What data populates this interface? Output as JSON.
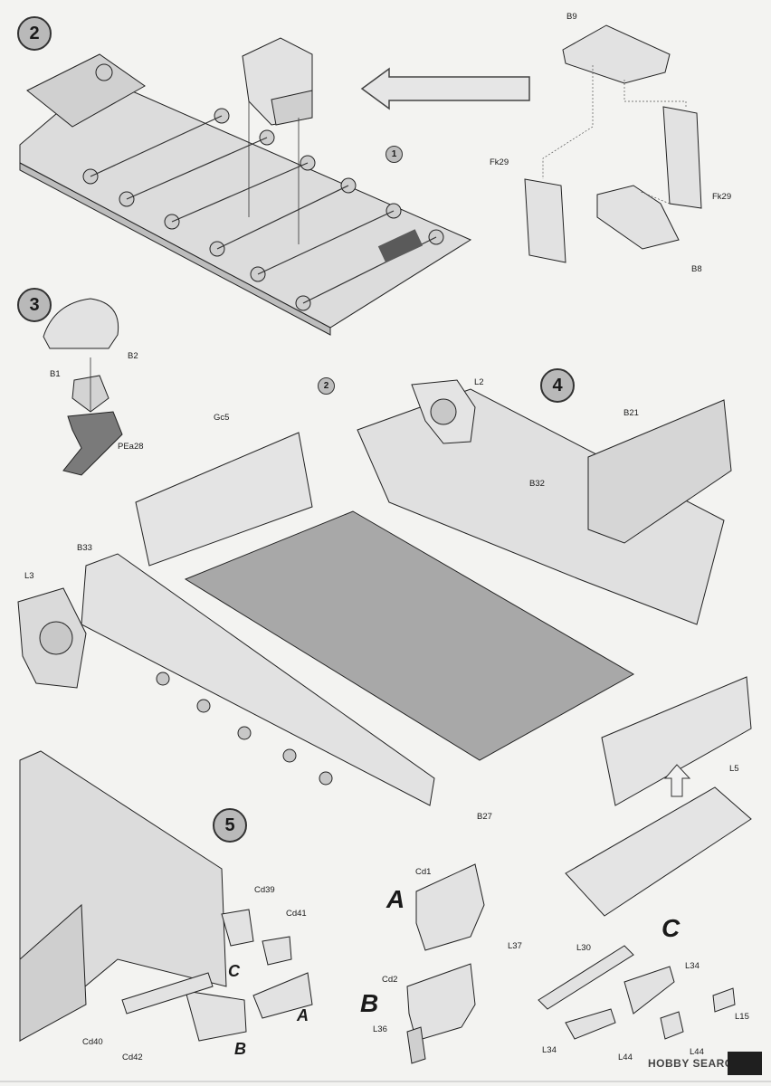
{
  "steps": [
    "2",
    "3",
    "4",
    "5"
  ],
  "sub_steps": [
    "1",
    "2"
  ],
  "step2": {
    "labels": [
      "B9",
      "Fk29",
      "Fk29",
      "B8"
    ]
  },
  "step3": {
    "labels": [
      "B2",
      "B1",
      "PEa28"
    ]
  },
  "step4": {
    "labels": [
      "L2",
      "B21",
      "Gc5",
      "B32",
      "B33",
      "L3",
      "L5",
      "B27"
    ]
  },
  "step5": {
    "labels": [
      "Cd39",
      "Cd41",
      "Cd40",
      "Cd42"
    ],
    "sub_letters": [
      "C",
      "A",
      "B"
    ]
  },
  "sub_a": {
    "letter": "A",
    "labels": [
      "Cd1",
      "L37"
    ]
  },
  "sub_b": {
    "letter": "B",
    "labels": [
      "Cd2",
      "L36"
    ]
  },
  "sub_c": {
    "letter": "C",
    "labels": [
      "L30",
      "L34",
      "L34",
      "L44",
      "L44",
      "L15"
    ]
  },
  "watermark": "HOBBY SEARCH",
  "colors": {
    "part_fill": "#dcdcdc",
    "highlight_fill": "#9a9a9a",
    "line": "#222222",
    "paper": "#f3f3f1"
  }
}
